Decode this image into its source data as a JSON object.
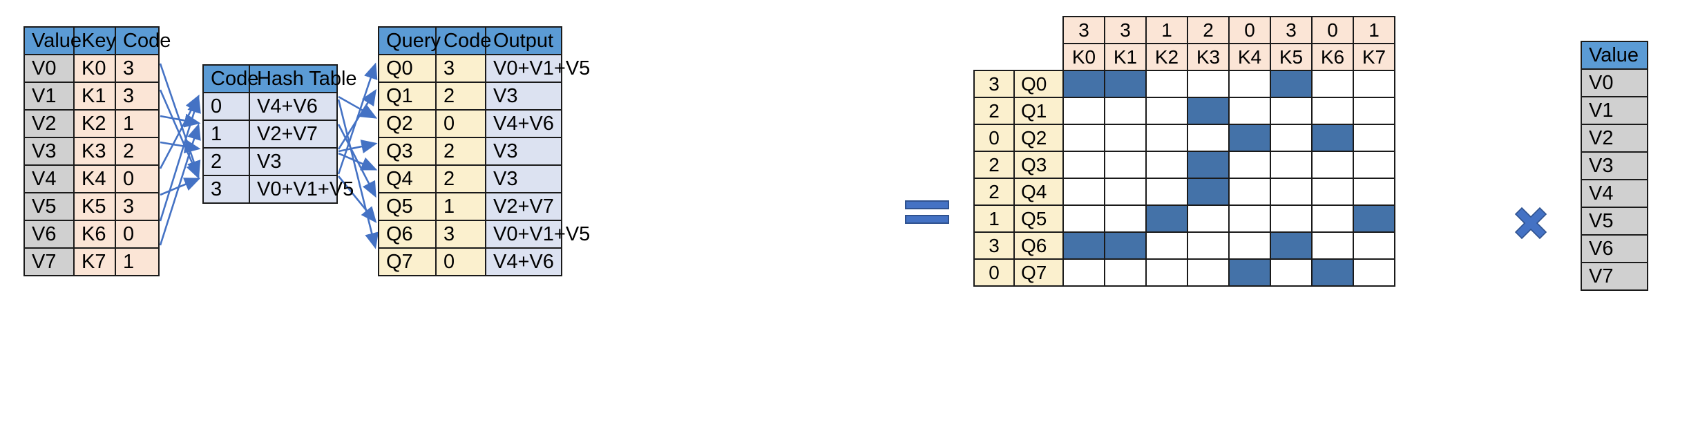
{
  "diagram": {
    "title": "Hash-table based attention / gather-scatter illustration",
    "colors": {
      "header_blue": "#5B9BD5",
      "peach": "#FBE5D6",
      "grey": "#D0D0D0",
      "lavender": "#DCE2F1",
      "cream": "#FBF0CE",
      "accent_blue": "#4472C4",
      "matrix_fill": "#4472A8",
      "border": "#1A1A1A"
    }
  },
  "kv_table": {
    "headers": [
      "Value",
      "Key",
      "Code"
    ],
    "rows": [
      {
        "value": "V0",
        "key": "K0",
        "code": "3"
      },
      {
        "value": "V1",
        "key": "K1",
        "code": "3"
      },
      {
        "value": "V2",
        "key": "K2",
        "code": "1"
      },
      {
        "value": "V3",
        "key": "K3",
        "code": "2"
      },
      {
        "value": "V4",
        "key": "K4",
        "code": "0"
      },
      {
        "value": "V5",
        "key": "K5",
        "code": "3"
      },
      {
        "value": "V6",
        "key": "K6",
        "code": "0"
      },
      {
        "value": "V7",
        "key": "K7",
        "code": "1"
      }
    ]
  },
  "hash_table": {
    "headers": [
      "Code",
      "Hash Table"
    ],
    "rows": [
      {
        "code": "0",
        "bucket": "V4+V6"
      },
      {
        "code": "1",
        "bucket": "V2+V7"
      },
      {
        "code": "2",
        "bucket": "V3"
      },
      {
        "code": "3",
        "bucket": "V0+V1+V5"
      }
    ]
  },
  "query_table": {
    "headers": [
      "Query",
      "Code",
      "Output"
    ],
    "rows": [
      {
        "query": "Q0",
        "code": "3",
        "output": "V0+V1+V5"
      },
      {
        "query": "Q1",
        "code": "2",
        "output": "V3"
      },
      {
        "query": "Q2",
        "code": "0",
        "output": "V4+V6"
      },
      {
        "query": "Q3",
        "code": "2",
        "output": "V3"
      },
      {
        "query": "Q4",
        "code": "2",
        "output": "V3"
      },
      {
        "query": "Q5",
        "code": "1",
        "output": "V2+V7"
      },
      {
        "query": "Q6",
        "code": "3",
        "output": "V0+V1+V5"
      },
      {
        "query": "Q7",
        "code": "0",
        "output": "V4+V6"
      }
    ]
  },
  "operators": {
    "equals": "=",
    "multiply": "×"
  },
  "matrix": {
    "column_codes": [
      "3",
      "3",
      "1",
      "2",
      "0",
      "3",
      "0",
      "1"
    ],
    "column_labels": [
      "K0",
      "K1",
      "K2",
      "K3",
      "K4",
      "K5",
      "K6",
      "K7"
    ],
    "row_codes": [
      "3",
      "2",
      "0",
      "2",
      "2",
      "1",
      "3",
      "0"
    ],
    "row_labels": [
      "Q0",
      "Q1",
      "Q2",
      "Q3",
      "Q4",
      "Q5",
      "Q6",
      "Q7"
    ],
    "cells": [
      [
        1,
        1,
        0,
        0,
        0,
        1,
        0,
        0
      ],
      [
        0,
        0,
        0,
        1,
        0,
        0,
        0,
        0
      ],
      [
        0,
        0,
        0,
        0,
        1,
        0,
        1,
        0
      ],
      [
        0,
        0,
        0,
        1,
        0,
        0,
        0,
        0
      ],
      [
        0,
        0,
        0,
        1,
        0,
        0,
        0,
        0
      ],
      [
        0,
        0,
        1,
        0,
        0,
        0,
        0,
        1
      ],
      [
        1,
        1,
        0,
        0,
        0,
        1,
        0,
        0
      ],
      [
        0,
        0,
        0,
        0,
        1,
        0,
        1,
        0
      ]
    ]
  },
  "value_vector": {
    "header": "Value",
    "rows": [
      "V0",
      "V1",
      "V2",
      "V3",
      "V4",
      "V5",
      "V6",
      "V7"
    ]
  }
}
